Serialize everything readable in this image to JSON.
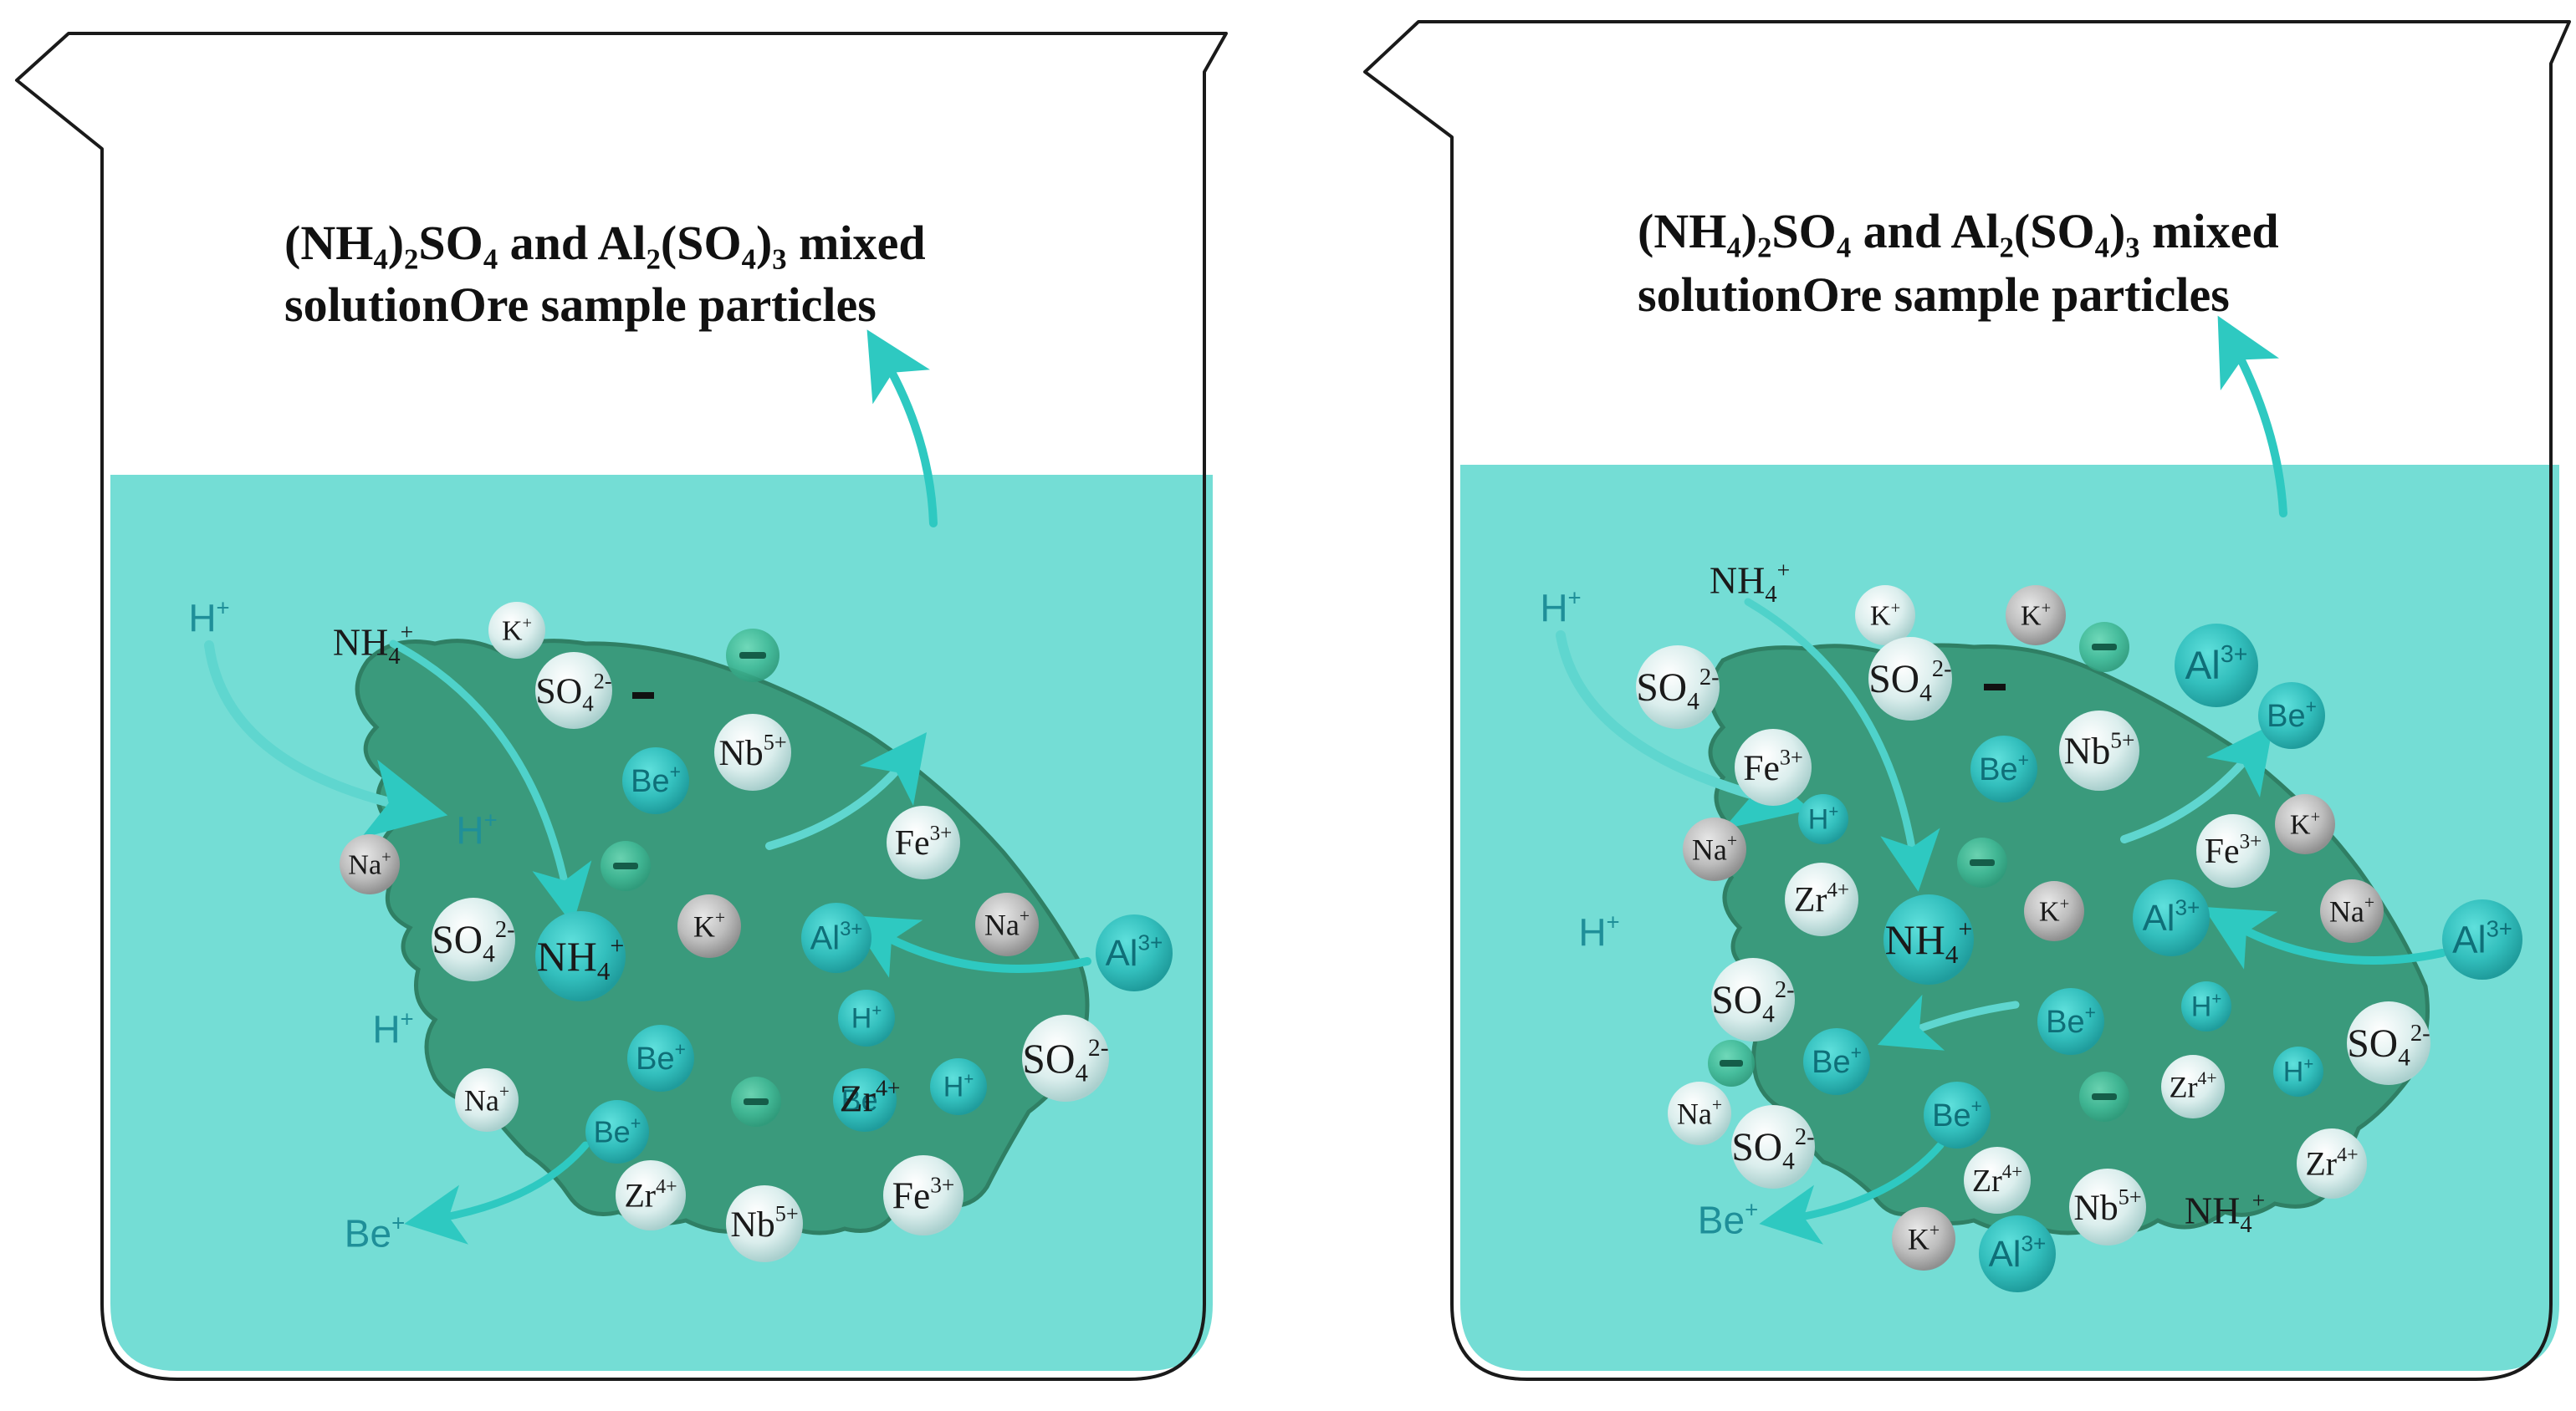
{
  "colors": {
    "solution": "#74ddd5",
    "particle": "#3a9a7c",
    "particle_edge": "#2f7f64",
    "arrow": "#2ec9c1",
    "beaker_line": "#1a1a1a",
    "ion_dark_text": "#1a1a1a",
    "ion_teal_text": "#1f8f99",
    "bubble_light": "#eaf6f5",
    "bubble_grey": "#bdbdbd",
    "bubble_teal": "#36c2c0",
    "bubble_green": "#3fba9a"
  },
  "panels": [
    {
      "title_line1": "(NH₄)₂SO₄  and  Al₂(SO₄)₃ mixed",
      "title_line2": "solutionOre sample particles",
      "ions": [
        {
          "base": "H",
          "sup": "+",
          "style": "teal-plain"
        },
        {
          "base": "NH",
          "sub": "4",
          "sup": "+",
          "style": "dark-plain"
        },
        {
          "base": "K",
          "sup": "+",
          "style": "light"
        },
        {
          "base": "SO",
          "sub": "4",
          "sup": "2-",
          "style": "light"
        },
        {
          "base": "Be",
          "sup": "+",
          "style": "teal"
        },
        {
          "base": "Nb",
          "sup": "5+",
          "style": "light"
        },
        {
          "base": "H",
          "sup": "+",
          "style": "teal-plain"
        },
        {
          "base": "Na",
          "sup": "+",
          "style": "grey"
        },
        {
          "base": "SO",
          "sub": "4",
          "sup": "2-",
          "style": "light"
        },
        {
          "base": "NH",
          "sub": "4",
          "sup": "+",
          "style": "teal"
        },
        {
          "base": "K",
          "sup": "+",
          "style": "grey"
        },
        {
          "base": "Al",
          "sup": "3+",
          "style": "teal"
        },
        {
          "base": "Fe",
          "sup": "3+",
          "style": "light"
        },
        {
          "base": "Na",
          "sup": "+",
          "style": "grey"
        },
        {
          "base": "Al",
          "sup": "3+",
          "style": "teal"
        },
        {
          "base": "Be",
          "sup": "+",
          "style": "teal"
        },
        {
          "base": "H",
          "sup": "+",
          "style": "teal-plain"
        },
        {
          "base": "Be",
          "sup": "+",
          "style": "teal"
        },
        {
          "base": "H",
          "sup": "+",
          "style": "teal"
        },
        {
          "base": "H",
          "sup": "+",
          "style": "teal"
        },
        {
          "base": "SO",
          "sub": "4",
          "sup": "2-",
          "style": "light"
        },
        {
          "base": "Na",
          "sup": "+",
          "style": "light"
        },
        {
          "base": "Be",
          "sup": "+",
          "style": "teal"
        },
        {
          "base": "Zr",
          "sup": "4+",
          "style": "light"
        },
        {
          "base": "Zr",
          "sup": "4+",
          "style": "light"
        },
        {
          "base": "Nb",
          "sup": "5+",
          "style": "light"
        },
        {
          "base": "Fe",
          "sup": "3+",
          "style": "light"
        },
        {
          "base": "Be",
          "sup": "+",
          "style": "teal-plain"
        }
      ]
    },
    {
      "title_line1": "(NH₄)₂SO₄  and  Al₂(SO₄)₃ mixed",
      "title_line2": "solutionOre sample particles",
      "ions": [
        {
          "base": "H",
          "sup": "+",
          "style": "teal-plain"
        },
        {
          "base": "NH",
          "sub": "4",
          "sup": "+",
          "style": "dark-plain"
        },
        {
          "base": "K",
          "sup": "+",
          "style": "light"
        },
        {
          "base": "K",
          "sup": "+",
          "style": "grey"
        },
        {
          "base": "SO",
          "sub": "4",
          "sup": "2-",
          "style": "light"
        },
        {
          "base": "SO",
          "sub": "4",
          "sup": "2-",
          "style": "light"
        },
        {
          "base": "Al",
          "sup": "3+",
          "style": "teal"
        },
        {
          "base": "Be",
          "sup": "+",
          "style": "teal"
        },
        {
          "base": "Fe",
          "sup": "3+",
          "style": "light"
        },
        {
          "base": "Be",
          "sup": "+",
          "style": "teal"
        },
        {
          "base": "Nb",
          "sup": "5+",
          "style": "light"
        },
        {
          "base": "H",
          "sup": "+",
          "style": "teal"
        },
        {
          "base": "K",
          "sup": "+",
          "style": "grey"
        },
        {
          "base": "Na",
          "sup": "+",
          "style": "grey"
        },
        {
          "base": "Fe",
          "sup": "3+",
          "style": "light"
        },
        {
          "base": "Zr",
          "sup": "4+",
          "style": "light"
        },
        {
          "base": "NH",
          "sub": "4",
          "sup": "+",
          "style": "teal"
        },
        {
          "base": "K",
          "sup": "+",
          "style": "grey"
        },
        {
          "base": "Al",
          "sup": "3+",
          "style": "teal"
        },
        {
          "base": "Na",
          "sup": "+",
          "style": "grey"
        },
        {
          "base": "Al",
          "sup": "3+",
          "style": "teal"
        },
        {
          "base": "H",
          "sup": "+",
          "style": "teal-plain"
        },
        {
          "base": "SO",
          "sub": "4",
          "sup": "2-",
          "style": "light"
        },
        {
          "base": "Be",
          "sup": "+",
          "style": "teal"
        },
        {
          "base": "H",
          "sup": "+",
          "style": "teal"
        },
        {
          "base": "SO",
          "sub": "4",
          "sup": "2-",
          "style": "light"
        },
        {
          "base": "Be",
          "sup": "+",
          "style": "teal"
        },
        {
          "base": "H",
          "sup": "+",
          "style": "teal"
        },
        {
          "base": "Na",
          "sup": "+",
          "style": "light"
        },
        {
          "base": "Be",
          "sup": "+",
          "style": "teal"
        },
        {
          "base": "Zr",
          "sup": "4+",
          "style": "light"
        },
        {
          "base": "Zr",
          "sup": "4+",
          "style": "light"
        },
        {
          "base": "SO",
          "sub": "4",
          "sup": "2-",
          "style": "light"
        },
        {
          "base": "Zr",
          "sup": "4+",
          "style": "light"
        },
        {
          "base": "Nb",
          "sup": "5+",
          "style": "light"
        },
        {
          "base": "NH",
          "sub": "4",
          "sup": "+",
          "style": "dark-plain"
        },
        {
          "base": "K",
          "sup": "+",
          "style": "grey"
        },
        {
          "base": "Al",
          "sup": "3+",
          "style": "teal"
        },
        {
          "base": "Be",
          "sup": "+",
          "style": "teal-plain"
        }
      ]
    }
  ]
}
